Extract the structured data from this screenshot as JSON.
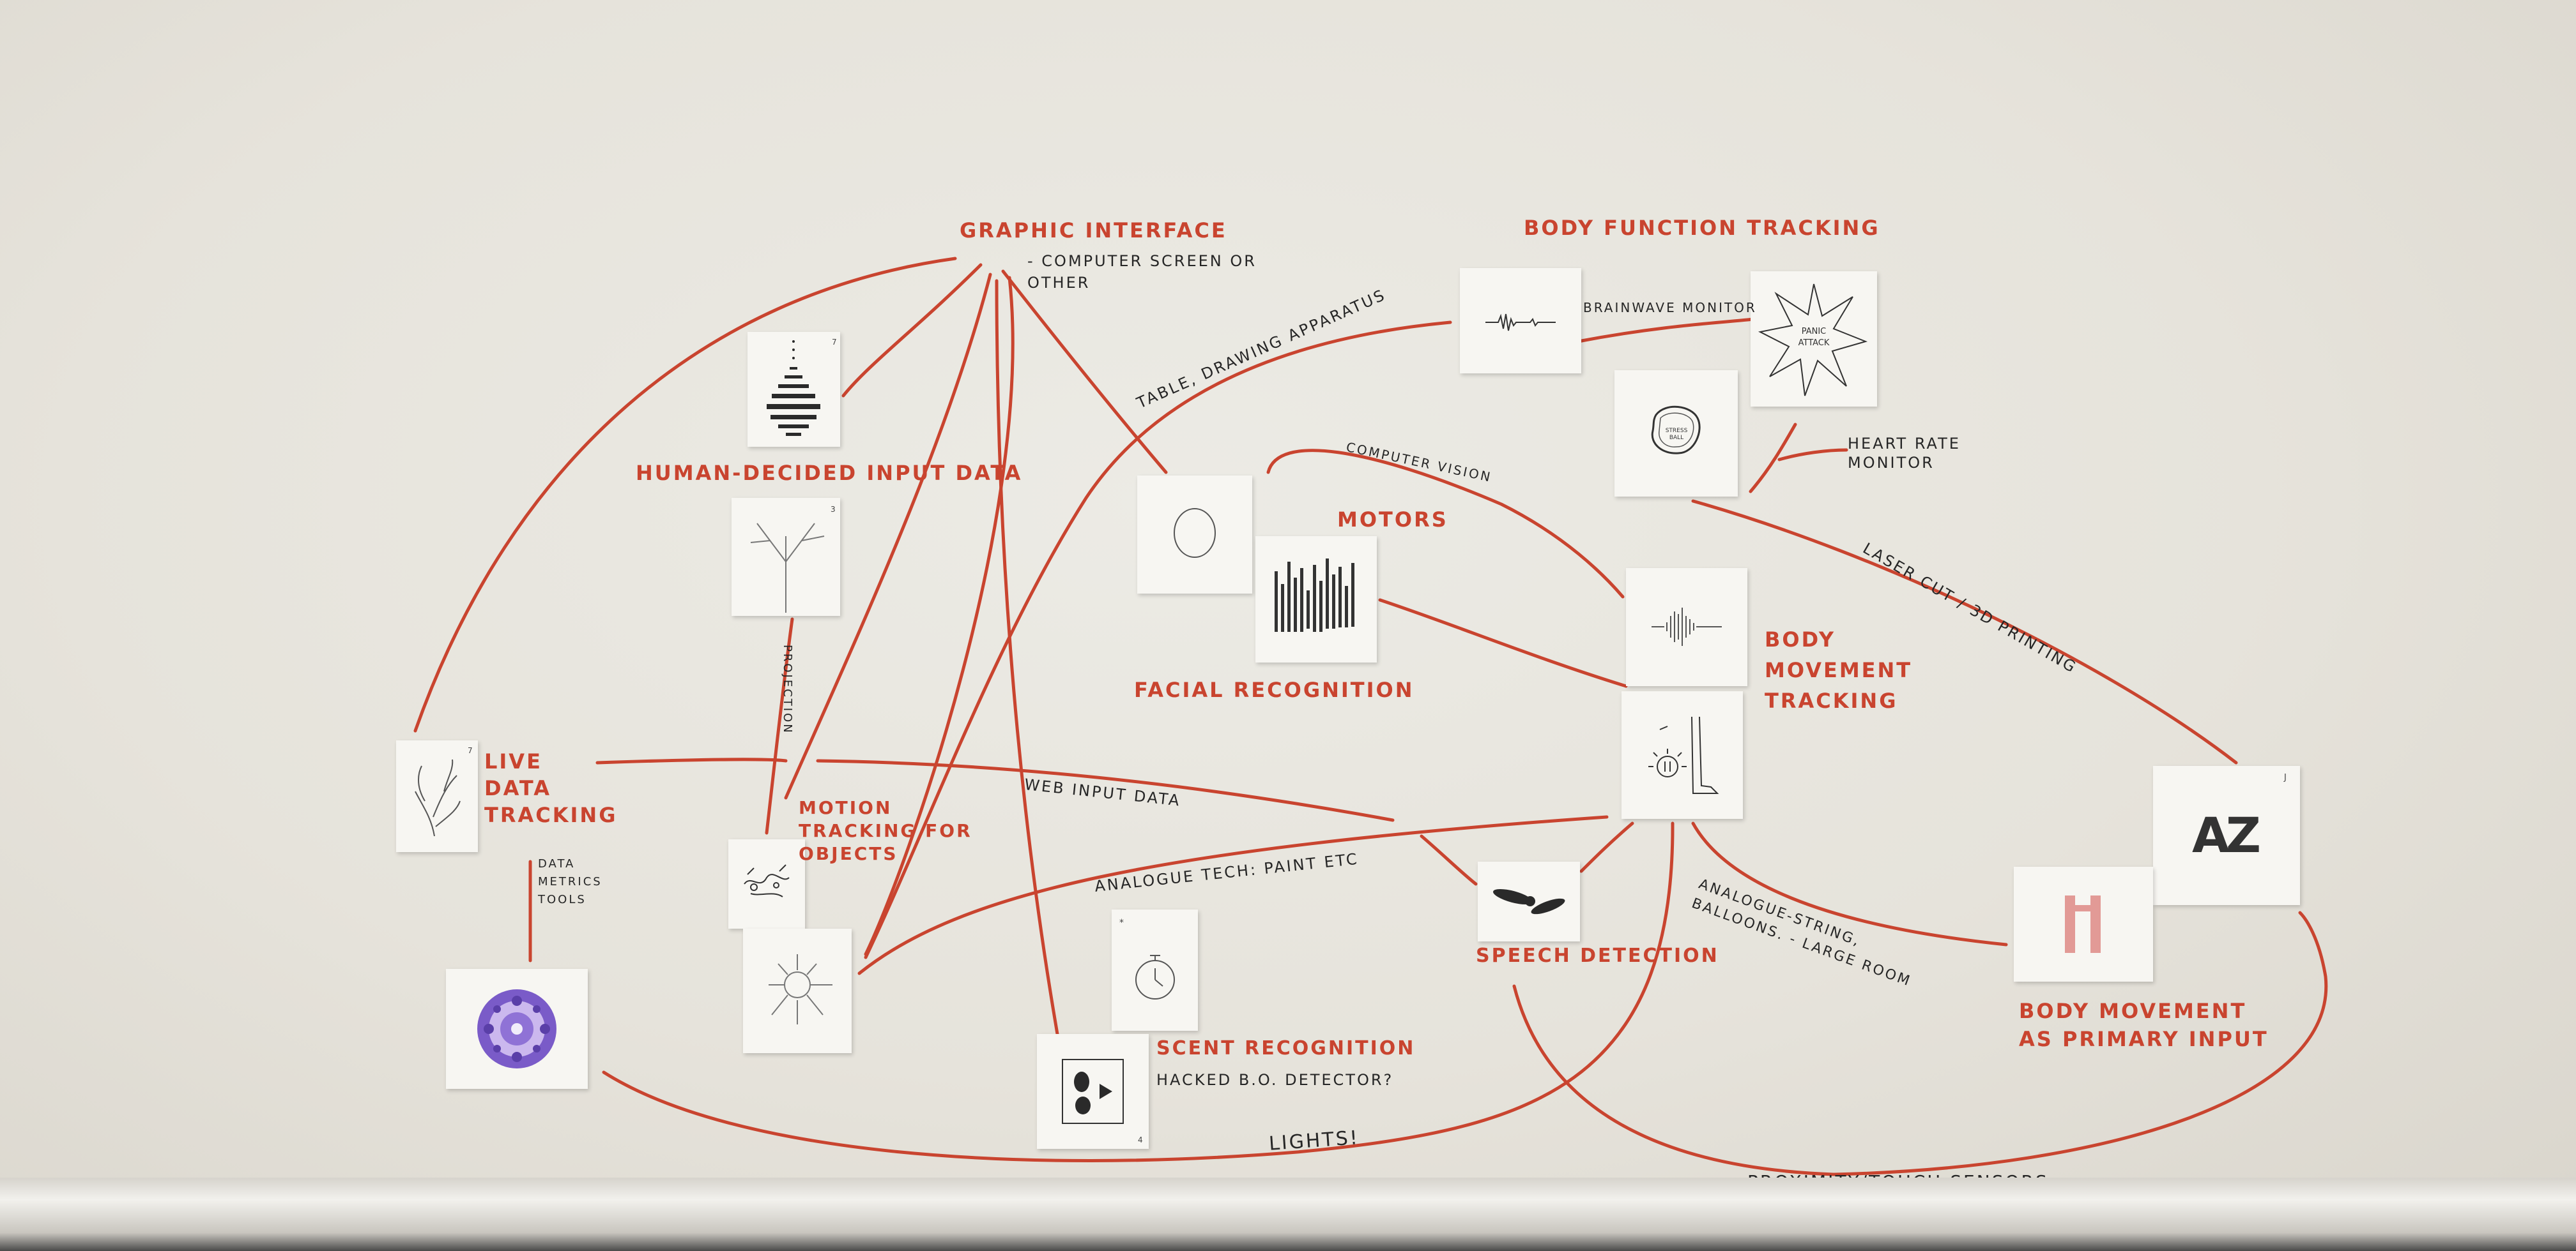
{
  "ink": {
    "red": "#c9442f",
    "black": "#262626"
  },
  "labels": {
    "graphic_interface": "GRAPHIC INTERFACE",
    "graphic_interface_note": "- COMPUTER SCREEN OR OTHER",
    "body_function_tracking": "BODY FUNCTION TRACKING",
    "table_drawing_apparatus": "TABLE, DRAWING APPARATUS",
    "brainwave_monitor": "BRAINWAVE MONITOR",
    "heart_rate_monitor": "HEART RATE MONITOR",
    "computer_vision": "COMPUTER VISION",
    "human_decided_input_data": "HUMAN-DECIDED INPUT DATA",
    "motors": "MOTORS",
    "laser_cut_3d_printing": "LASER CUT / 3D PRINTING",
    "body_movement_tracking": "BODY MOVEMENT TRACKING",
    "facial_recognition": "FACIAL RECOGNITION",
    "projection": "PROJECTION",
    "live_data_tracking": "LIVE DATA TRACKING",
    "web_input_data": "WEB INPUT DATA",
    "motion_tracking_for_objects": "MOTION TRACKING FOR OBJECTS",
    "data_metrics_tools": "DATA METRICS TOOLS",
    "analogue_tech": "ANALOGUE TECH: PAINT ETC",
    "analogue_string": "ANALOGUE-STRING, BALLOONS. - LARGE ROOM",
    "speech_detection": "SPEECH DETECTION",
    "body_movement_as_primary_input": "BODY MOVEMENT AS PRIMARY INPUT",
    "scent_recognition": "SCENT RECOGNITION",
    "hacked_bo_detector": "HACKED B.O. DETECTOR?",
    "lights": "LIGHTS!",
    "proximity_touch_sensors": "PROXIMITY/TOUCH SENSORS."
  },
  "cards": {
    "panic_attack_text": "PANIC ATTACK",
    "stress_ball_text": "STRESS BALL",
    "az_text": "AZ"
  },
  "page_marks": [
    "7",
    "3",
    "J",
    "*",
    "4"
  ]
}
